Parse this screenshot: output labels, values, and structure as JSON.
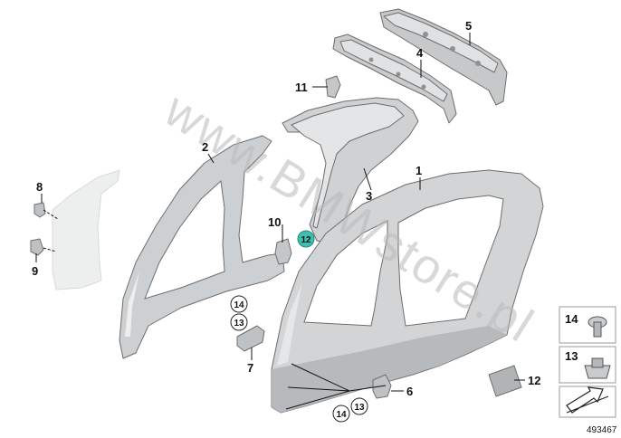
{
  "diagram": {
    "watermark": "www.BMWstore.pl",
    "doc_number": "493467",
    "part_numbers": {
      "p1": "1",
      "p2": "2",
      "p3": "3",
      "p4": "4",
      "p5": "5",
      "p6": "6",
      "p7": "7",
      "p8": "8",
      "p9": "9",
      "p10": "10",
      "p11": "11",
      "p12": "12",
      "highlight12": "12",
      "c13a": "13",
      "c14a": "14",
      "c13b": "13",
      "c14b": "14"
    },
    "legend": {
      "item14": "14",
      "item13": "13"
    },
    "colors": {
      "panel": "#cfd1d3",
      "panel_dark": "#aeb1b4",
      "panel_light": "#e6e7e8",
      "highlight": "#3fbfb0"
    }
  }
}
